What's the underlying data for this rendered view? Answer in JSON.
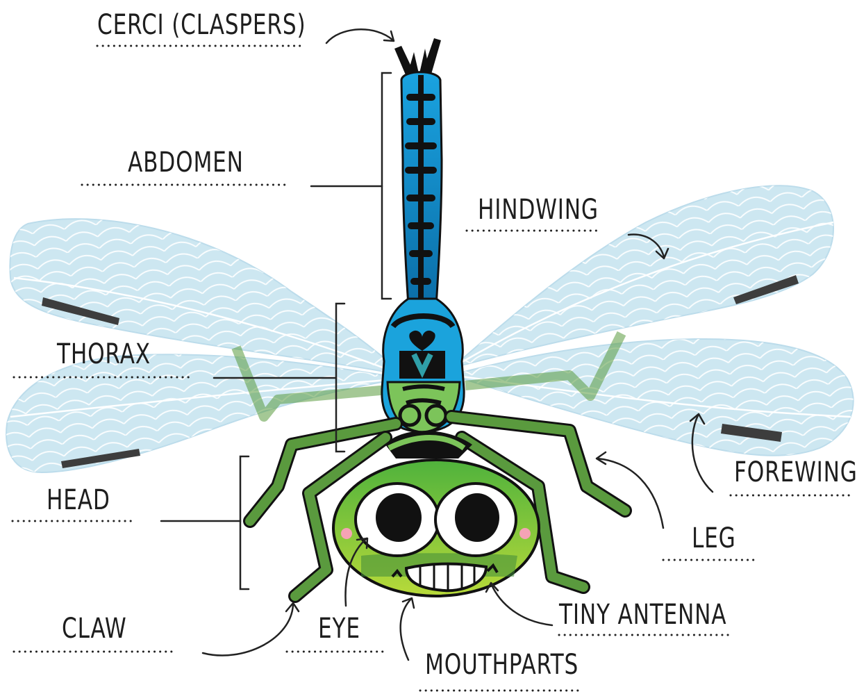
{
  "labels": {
    "cerci": "CERCI (CLASPERS)",
    "abdomen": "ABDOMEN",
    "hindwing": "HINDWING",
    "thorax": "THORAX",
    "forewing": "FOREWING",
    "head": "HEAD",
    "leg": "LEG",
    "claw": "CLAW",
    "eye": "EYE",
    "tiny_antenna": "TINY ANTENNA",
    "mouthparts": "MOUTHPARTS"
  },
  "colors": {
    "wing_fill": "#cde7f1",
    "wing_vein": "#ffffff",
    "abdomen_blue": "#1ba3dc",
    "body_black": "#111111",
    "body_green": "#7cc45a",
    "leg_green": "#5a9a3e",
    "head_green": "#63b944",
    "cheek_pink": "#f5a3b5",
    "pterostigma": "#3d3d3d",
    "line": "#222222"
  }
}
